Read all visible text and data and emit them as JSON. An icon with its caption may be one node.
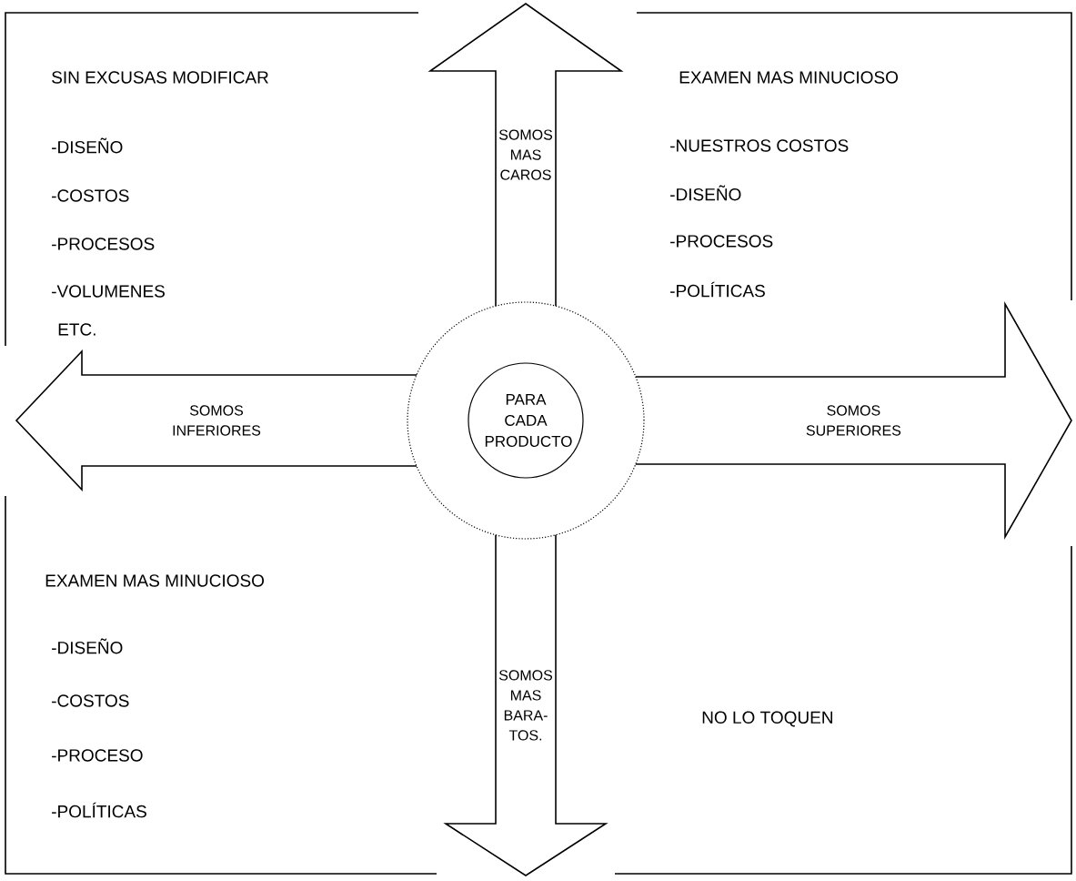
{
  "diagram": {
    "nodes": [
      {
        "text": [],
        "shape": "circle"
      },
      {
        "text": [
          "PARA CADA PRODUCTO"
        ],
        "in": 0
      },
      {
        "text": [
          "SOMOS MAS CAROS"
        ]
      },
      {
        "text": [
          "SOMOS INFERIORES"
        ]
      },
      {
        "text": [
          "SOMOS SUPERIORES"
        ]
      },
      {
        "text": [
          "SOMOS MAS BARA- TOS."
        ]
      }
    ],
    "labels": [
      "SIN EXCUSAS MODIFICAR",
      "-DISEÑO",
      "-COSTOS",
      "-PROCESOS",
      "-VOLUMENES",
      "ETC.",
      "EXAMEN MAS MINUCIOSO",
      "-NUESTROS COSTOS",
      "-DISEÑO",
      "-PROCESOS",
      "-POLÍTICAS",
      "EXAMEN MAS MINUCIOSO",
      "-DISEÑO",
      "-COSTOS",
      "-PROCESO",
      "-POLÍTICAS",
      "NO LO TOQUEN"
    ]
  }
}
